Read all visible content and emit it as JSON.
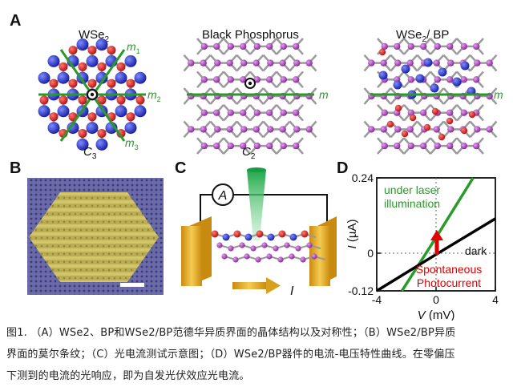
{
  "panels": {
    "A": {
      "letter": "A",
      "wse2": {
        "title": "WSe",
        "title_sub": "2",
        "m1": "m",
        "m1_sub": "1",
        "m2": "m",
        "m2_sub": "2",
        "m3": "m",
        "m3_sub": "3",
        "sym": "C",
        "sym_sub": "3"
      },
      "bp": {
        "title": "Black Phosphorus",
        "m": "m",
        "sym": "C",
        "sym_sub": "2"
      },
      "hetero": {
        "title_a": "WSe",
        "title_sub": "2",
        "title_b": "/ BP",
        "m": "m"
      }
    },
    "B": {
      "letter": "B"
    },
    "C": {
      "letter": "C",
      "ammeter": "A",
      "current": "I"
    },
    "D": {
      "letter": "D",
      "ylabel": "I",
      "yunit": " (µA)",
      "xlabel": "V",
      "xunit": " (mV)",
      "laser_label_1": "under laser",
      "laser_label_2": "illumination",
      "dark_label": "dark",
      "photo_label_1": "Spontaneous",
      "photo_label_2": "Photocurrent"
    }
  },
  "chart_data": {
    "type": "line",
    "xlabel": "V (mV)",
    "ylabel": "I (µA)",
    "xlim": [
      -4,
      4
    ],
    "ylim": [
      -0.12,
      0.24
    ],
    "xticks": [
      -4,
      0,
      4
    ],
    "yticks": [
      -0.12,
      0,
      0.24
    ],
    "xtick_labels": [
      "-4",
      "0",
      "4"
    ],
    "ytick_labels": [
      "-0.12",
      "0",
      "0.24"
    ],
    "series": [
      {
        "name": "under laser illumination",
        "color": "#2a9a2a",
        "x": [
          -2.3,
          0,
          2.5
        ],
        "y": [
          -0.12,
          0.05,
          0.24
        ]
      },
      {
        "name": "dark",
        "color": "#000000",
        "x": [
          -4,
          0,
          4
        ],
        "y": [
          -0.12,
          -0.004,
          0.11
        ]
      }
    ],
    "annotation": {
      "text": "Spontaneous Photocurrent",
      "color": "#e00000"
    }
  },
  "caption": {
    "line1": "图1. （A）WSe2、BP和WSe2/BP范德华异质界面的晶体结构以及对称性；（B）WSe2/BP异质",
    "line2": "界面的莫尔条纹；（C）光电流测试示意图；（D）WSe2/BP器件的电流-电压特性曲线。在零偏压",
    "line3": "下测到的电流的光响应，即为自发光伏效应光电流。"
  },
  "colors": {
    "green": "#2a9a2a",
    "blue_atom": "#2233cc",
    "red_atom": "#d42020",
    "bp_atom": "#a040b0",
    "gold": "#e0a828"
  }
}
